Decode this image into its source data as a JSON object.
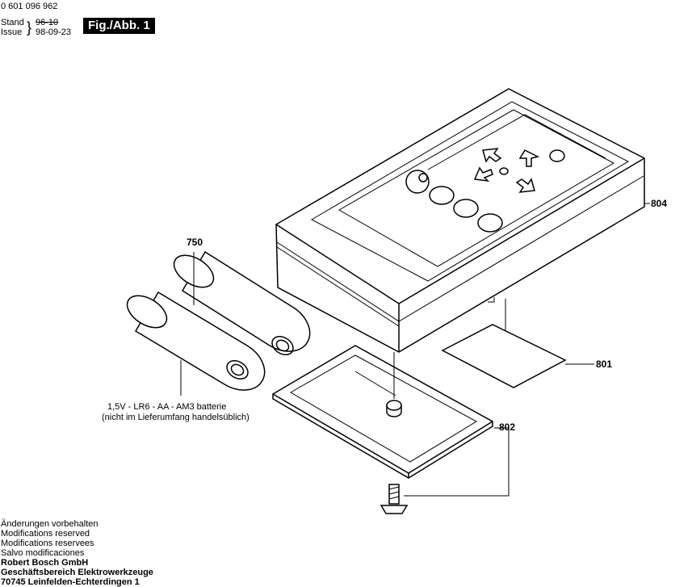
{
  "header": {
    "part_number": "0 601 096 962",
    "stand_label": "Stand",
    "issue_label": "Issue",
    "stand_value": "96-10",
    "issue_value": "98-09-23",
    "figure_label": "Fig./Abb. 1"
  },
  "callouts": {
    "remote": "804",
    "label_plate": "801",
    "battery_cover": "802",
    "batteries": "750"
  },
  "battery_note": {
    "line1": "1,5V - LR6 - AA - AM3 batterie",
    "line2": "(nicht im Lieferumfang handelsüblich)"
  },
  "footer": {
    "lines": [
      "Änderungen vorbehalten",
      "Modifications reserved",
      "Modifications reservees",
      "Salvo modificaciones"
    ],
    "company": "Robert Bosch GmbH",
    "division": "Geschäftsbereich Elektrowerkzeuge",
    "address": "70745 Leinfelden-Echterdingen 1"
  }
}
